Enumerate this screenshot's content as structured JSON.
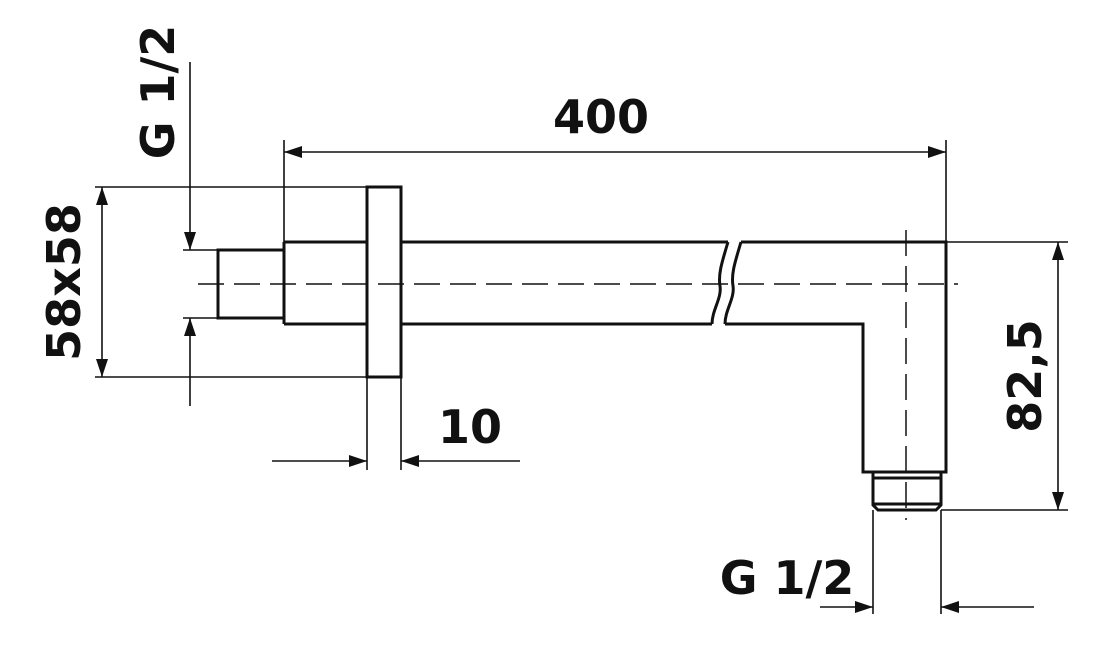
{
  "diagram": {
    "title": "Shower arm technical drawing",
    "dimensions": {
      "overall_length": "400",
      "escutcheon_size": "58x58",
      "escutcheon_thickness": "10",
      "drop_height": "82,5",
      "inlet_thread": "G 1/2",
      "outlet_thread": "G 1/2"
    },
    "colors": {
      "line": "#111111",
      "background": "#ffffff"
    }
  }
}
